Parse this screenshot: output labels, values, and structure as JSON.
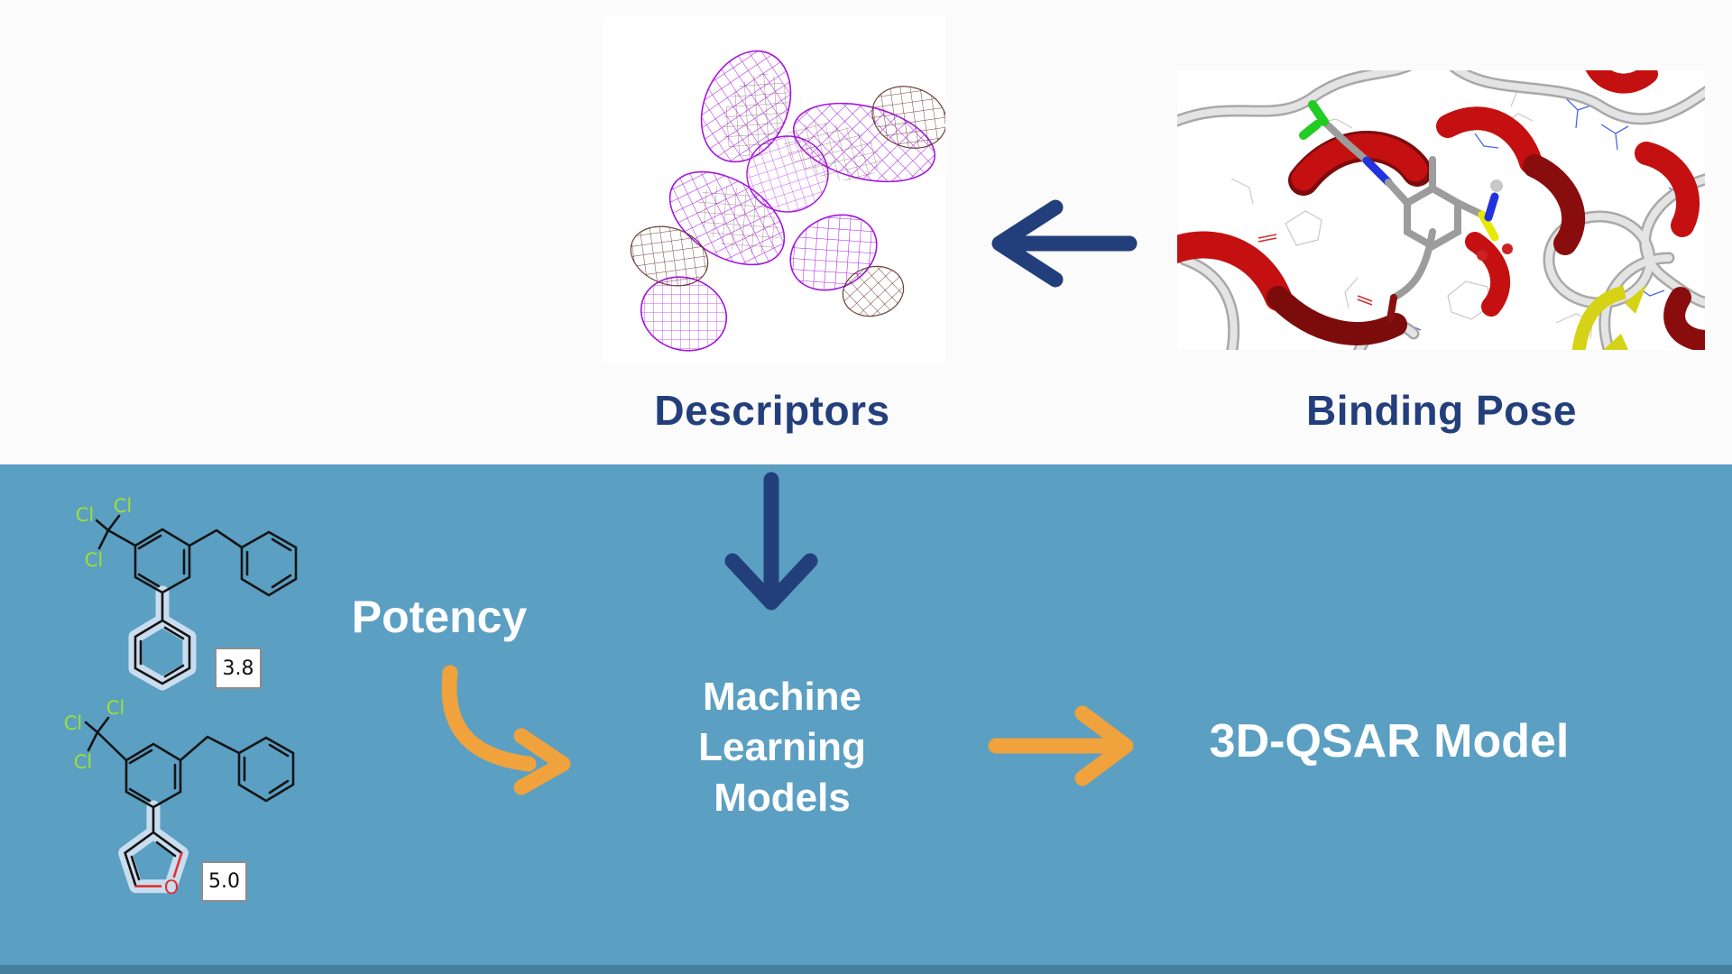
{
  "palette": {
    "top_background": "#fbfbfb",
    "bottom_background": "#5B9FC3",
    "footer_strip": "#47809F",
    "navy": "#233F7B",
    "orange": "#F0A23C",
    "white": "#ffffff",
    "chlorine_green": "#9FE032",
    "oxygen_red": "#E03030",
    "bond_black": "#141414",
    "highlight_halo": "#C9DDEE",
    "mesh_purple": "#AA1EE8",
    "mesh_brown": "#5F2D24"
  },
  "sections": {
    "top": {
      "descriptors_label": "Descriptors",
      "binding_pose_label": "Binding Pose"
    },
    "bottom": {
      "potency_label": "Potency",
      "ml_lines": [
        "Machine",
        "Learning",
        "Models"
      ],
      "qsar_label": "3D-QSAR Model"
    }
  },
  "molecules": {
    "mol1": {
      "cl_top": "Cl",
      "cl_left": "Cl",
      "cl_bottom": "Cl",
      "potency": "3.8",
      "highlighted_fragment": "phenyl-ring"
    },
    "mol2": {
      "cl_top": "Cl",
      "cl_left": "Cl",
      "cl_bottom": "Cl",
      "oxygen": "O",
      "potency": "5.0",
      "highlighted_fragment": "furan-ring"
    }
  },
  "images": {
    "descriptors_mesh": "purple-wireframe-contour-field",
    "binding_pose": "protein-ligand-binding-site-3d"
  },
  "arrows": {
    "pose_to_descriptors": {
      "direction": "left",
      "color": "#233F7B"
    },
    "descriptors_to_ml": {
      "direction": "down",
      "color": "#233F7B"
    },
    "potency_to_ml": {
      "direction": "curved-down-right",
      "color": "#F0A23C"
    },
    "ml_to_qsar": {
      "direction": "right",
      "color": "#F0A23C"
    }
  }
}
